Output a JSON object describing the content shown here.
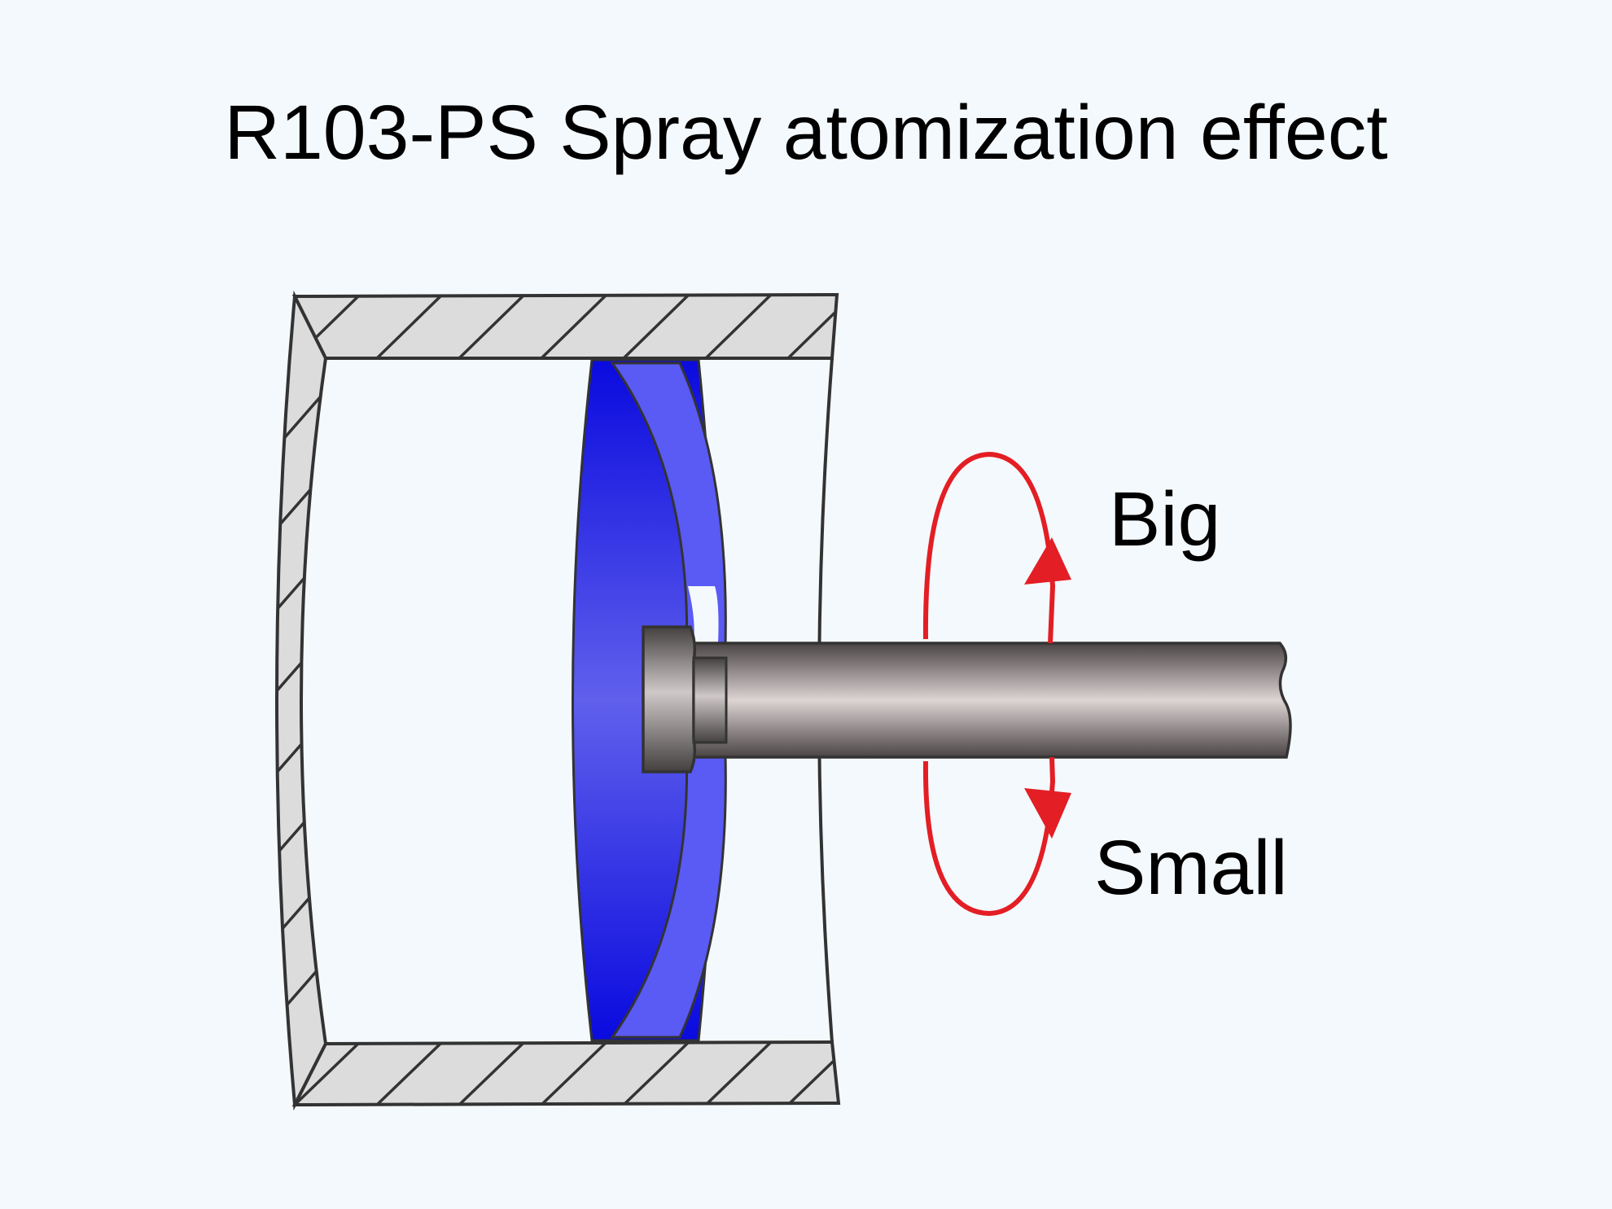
{
  "title": "R103-PS Spray atomization effect",
  "labels": {
    "big": "Big",
    "small": "Small"
  },
  "colors": {
    "background": "#f4f9fd",
    "housing_fill": "#dcdcdc",
    "outline": "#333333",
    "disc_blue": "#1a1ae6",
    "arrow_red": "#e31e24",
    "shaft_gray": "#6b6565"
  }
}
